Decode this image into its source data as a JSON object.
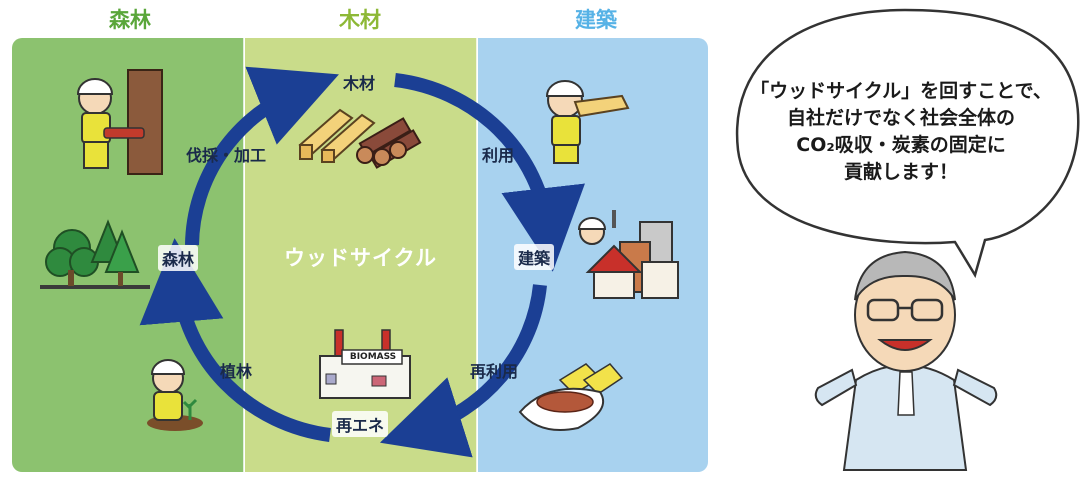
{
  "headers": {
    "forest": "森林",
    "timber": "木材",
    "building": "建築"
  },
  "colors": {
    "forest_bg": "#8cc26f",
    "timber_bg": "#c9dc8a",
    "building_bg": "#a8d2ef",
    "forest_header": "#5aa63a",
    "timber_header": "#8db836",
    "building_header": "#56b2e6",
    "cycle_arrow": "#1b3f94"
  },
  "cycle": {
    "center_label": "ウッドサイクル",
    "nodes": {
      "timber": "木材",
      "use": "利用",
      "building": "建築",
      "reuse": "再利用",
      "renewable_energy": "再エネ",
      "planting": "植林",
      "forest": "森林",
      "logging": "伐採・加工"
    }
  },
  "factory_sign": "BIOMASS",
  "speech_bubble": {
    "lines": [
      "「ウッドサイクル」を回すことで、",
      "自社だけでなく社会全体の",
      "CO₂吸収・炭素の固定に",
      "貢献します！"
    ]
  }
}
